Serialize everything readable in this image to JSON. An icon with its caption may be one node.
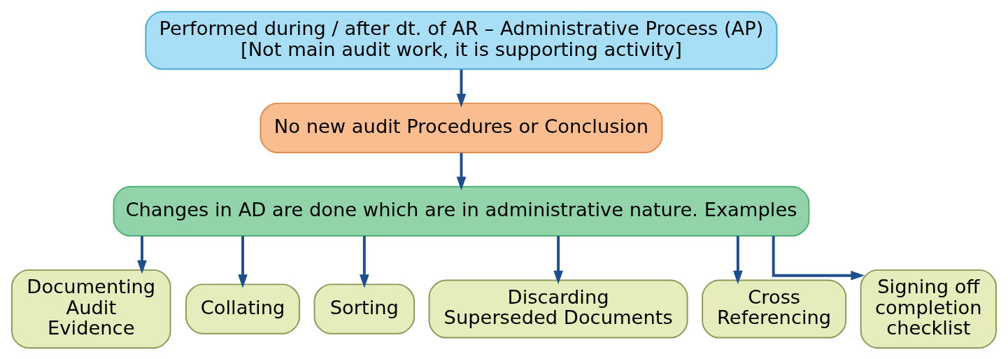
{
  "diagram": {
    "nodes": [
      {
        "text": [
          "Performed during / after dt. of AR – Administrative Process (AP) [Not main audit work, it is supporting activity]"
        ]
      },
      {
        "text": [
          "No new audit Procedures or Conclusion"
        ]
      },
      {
        "text": [
          "Changes in AD are done which are in administrative nature. Examples"
        ]
      },
      {
        "text": [
          "Documenting Audit Evidence"
        ]
      },
      {
        "text": [
          "Collating"
        ]
      },
      {
        "text": [
          "Sorting"
        ]
      },
      {
        "text": [
          "Discarding Superseded Documents"
        ]
      },
      {
        "text": [
          "Cross Referencing"
        ]
      },
      {
        "text": [
          "Signing off completion checklist"
        ]
      }
    ],
    "edges": [
      {
        "from": 0,
        "to": 1,
        "arrow": "to"
      },
      {
        "from": 1,
        "to": 2,
        "arrow": "to"
      },
      {
        "from": 2,
        "to": 3,
        "arrow": "to"
      },
      {
        "from": 2,
        "to": 4,
        "arrow": "to"
      },
      {
        "from": 2,
        "to": 5,
        "arrow": "to"
      },
      {
        "from": 2,
        "to": 6,
        "arrow": "to"
      },
      {
        "from": 2,
        "to": 7,
        "arrow": "to"
      },
      {
        "from": 2,
        "to": 8,
        "arrow": "to"
      }
    ]
  }
}
